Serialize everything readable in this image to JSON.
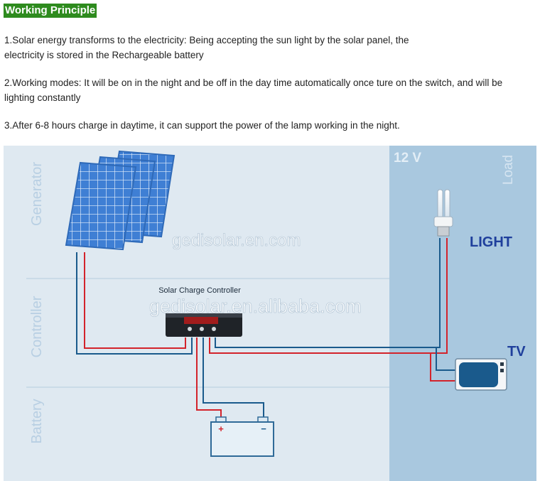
{
  "heading": "Working Principle",
  "paragraphs": {
    "p1_line1": "1.Solar energy transforms to the electricity: Being accepting the sun light by the solar panel, the",
    "p1_line2": "electricity is stored in the Rechargeable battery",
    "p2_line1": "2.Working modes: It will be on in the night and be off in the day time automatically once ture on the switch, and will be",
    "p2_line2": "lighting constantly",
    "p3": "3.After 6-8 hours charge in daytime, it can support the power of the lamp working in the night."
  },
  "diagram": {
    "section_labels": {
      "generator": "Generator",
      "controller": "Controller",
      "battery": "Battery",
      "load": "Load"
    },
    "voltage": "12 V",
    "controller_title": "Solar Charge Controller",
    "light_label": "LIGHT",
    "tv_label": "TV",
    "battery_plus": "+",
    "battery_minus": "−",
    "watermark1": "gedisolar.en.com",
    "watermark2": "gedisolar.en.alibaba.com",
    "colors": {
      "background": "#dfe9f1",
      "load_area": "#a9c8df",
      "positive_wire": "#d3232b",
      "negative_wire": "#1a5a8c",
      "accent_text": "#1f3f9c",
      "heading_bg": "#2e8b1e"
    }
  }
}
